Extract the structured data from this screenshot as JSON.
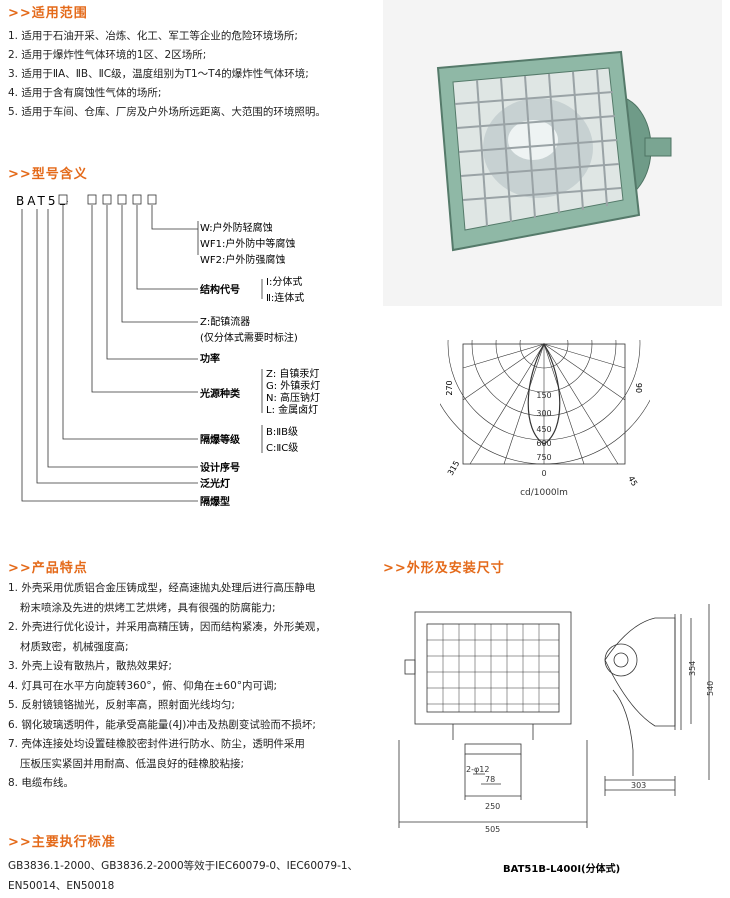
{
  "sections": {
    "scope": ">>适用范围",
    "model": ">>型号含义",
    "features": ">>产品特点",
    "dimensions": ">>外形及安装尺寸",
    "standards": ">>主要执行标准"
  },
  "scope_items": [
    "1. 适用于石油开采、冶炼、化工、军工等企业的危险环境场所;",
    "2. 适用于爆炸性气体环境的1区、2区场所;",
    "3. 适用于ⅡA、ⅡB、ⅡC级，温度组别为T1～T4的爆炸性气体环境;",
    "4. 适用于含有腐蚀性气体的场所;",
    "5. 适用于车间、仓库、厂房及户外场所远距离、大范围的环境照明。"
  ],
  "model": {
    "code": "BAT51",
    "corrosion": [
      "W:户外防轻腐蚀",
      "WF1:户外防中等腐蚀",
      "WF2:户外防强腐蚀"
    ],
    "structure_label": "结构代号",
    "structure": [
      "Ⅰ:分体式",
      "Ⅱ:连体式"
    ],
    "ballast": "Z:配镇流器",
    "ballast_note": "(仅分体式需要时标注)",
    "power": "功率",
    "source_label": "光源种类",
    "sources": [
      "Z:  自镇汞灯",
      "G:  外镇汞灯",
      "N:  高压钠灯",
      "L:  金属卤灯"
    ],
    "explosion_label": "隔爆等级",
    "explosion": [
      "B:ⅡB级",
      "C:ⅡC级"
    ],
    "serial": "设计序号",
    "flood": "泛光灯",
    "proof": "隔爆型"
  },
  "polar": {
    "left": "270",
    "right": "90",
    "bottom_left": "315",
    "bottom_right": "45",
    "bottom": "0",
    "rings": [
      "150",
      "300",
      "450",
      "600",
      "750"
    ],
    "unit": "cd/1000lm"
  },
  "feature_items": [
    "1. 外壳采用优质铝合金压铸成型，经高速抛丸处理后进行高压静电",
    "   粉末喷涂及先进的烘烤工艺烘烤，具有很强的防腐能力;",
    "2. 外壳进行优化设计，并采用高精压铸，因而结构紧凑，外形美观，",
    "   材质致密，机械强度高;",
    "3. 外壳上设有散热片，散热效果好;",
    "4. 灯具可在水平方向旋转360°，俯、仰角在±60°内可调;",
    "5. 反射镜镜铬抛光，反射率高，照射面光线均匀;",
    "6. 钢化玻璃透明件，能承受高能量(4J)冲击及热剧变试验而不损坏;",
    "7. 壳体连接处均设置硅橡胶密封件进行防水、防尘，透明件采用",
    "   压板压实紧固并用耐高、低温良好的硅橡胶粘接;",
    "8. 电缆布线。"
  ],
  "standards_text": [
    "GB3836.1-2000、GB3836.2-2000等效于IEC60079-0、IEC60079-1、",
    "EN50014、EN50018"
  ],
  "drawing": {
    "d_hole": "2-φ12",
    "d78": "78",
    "d250": "250",
    "d505": "505",
    "d303": "303",
    "d354": "354",
    "d540": "540",
    "caption": "BAT51B-L400Ⅰ(分体式)"
  },
  "colors": {
    "accent": "#e46a1a",
    "lamp_body": "#8fb8a6"
  }
}
